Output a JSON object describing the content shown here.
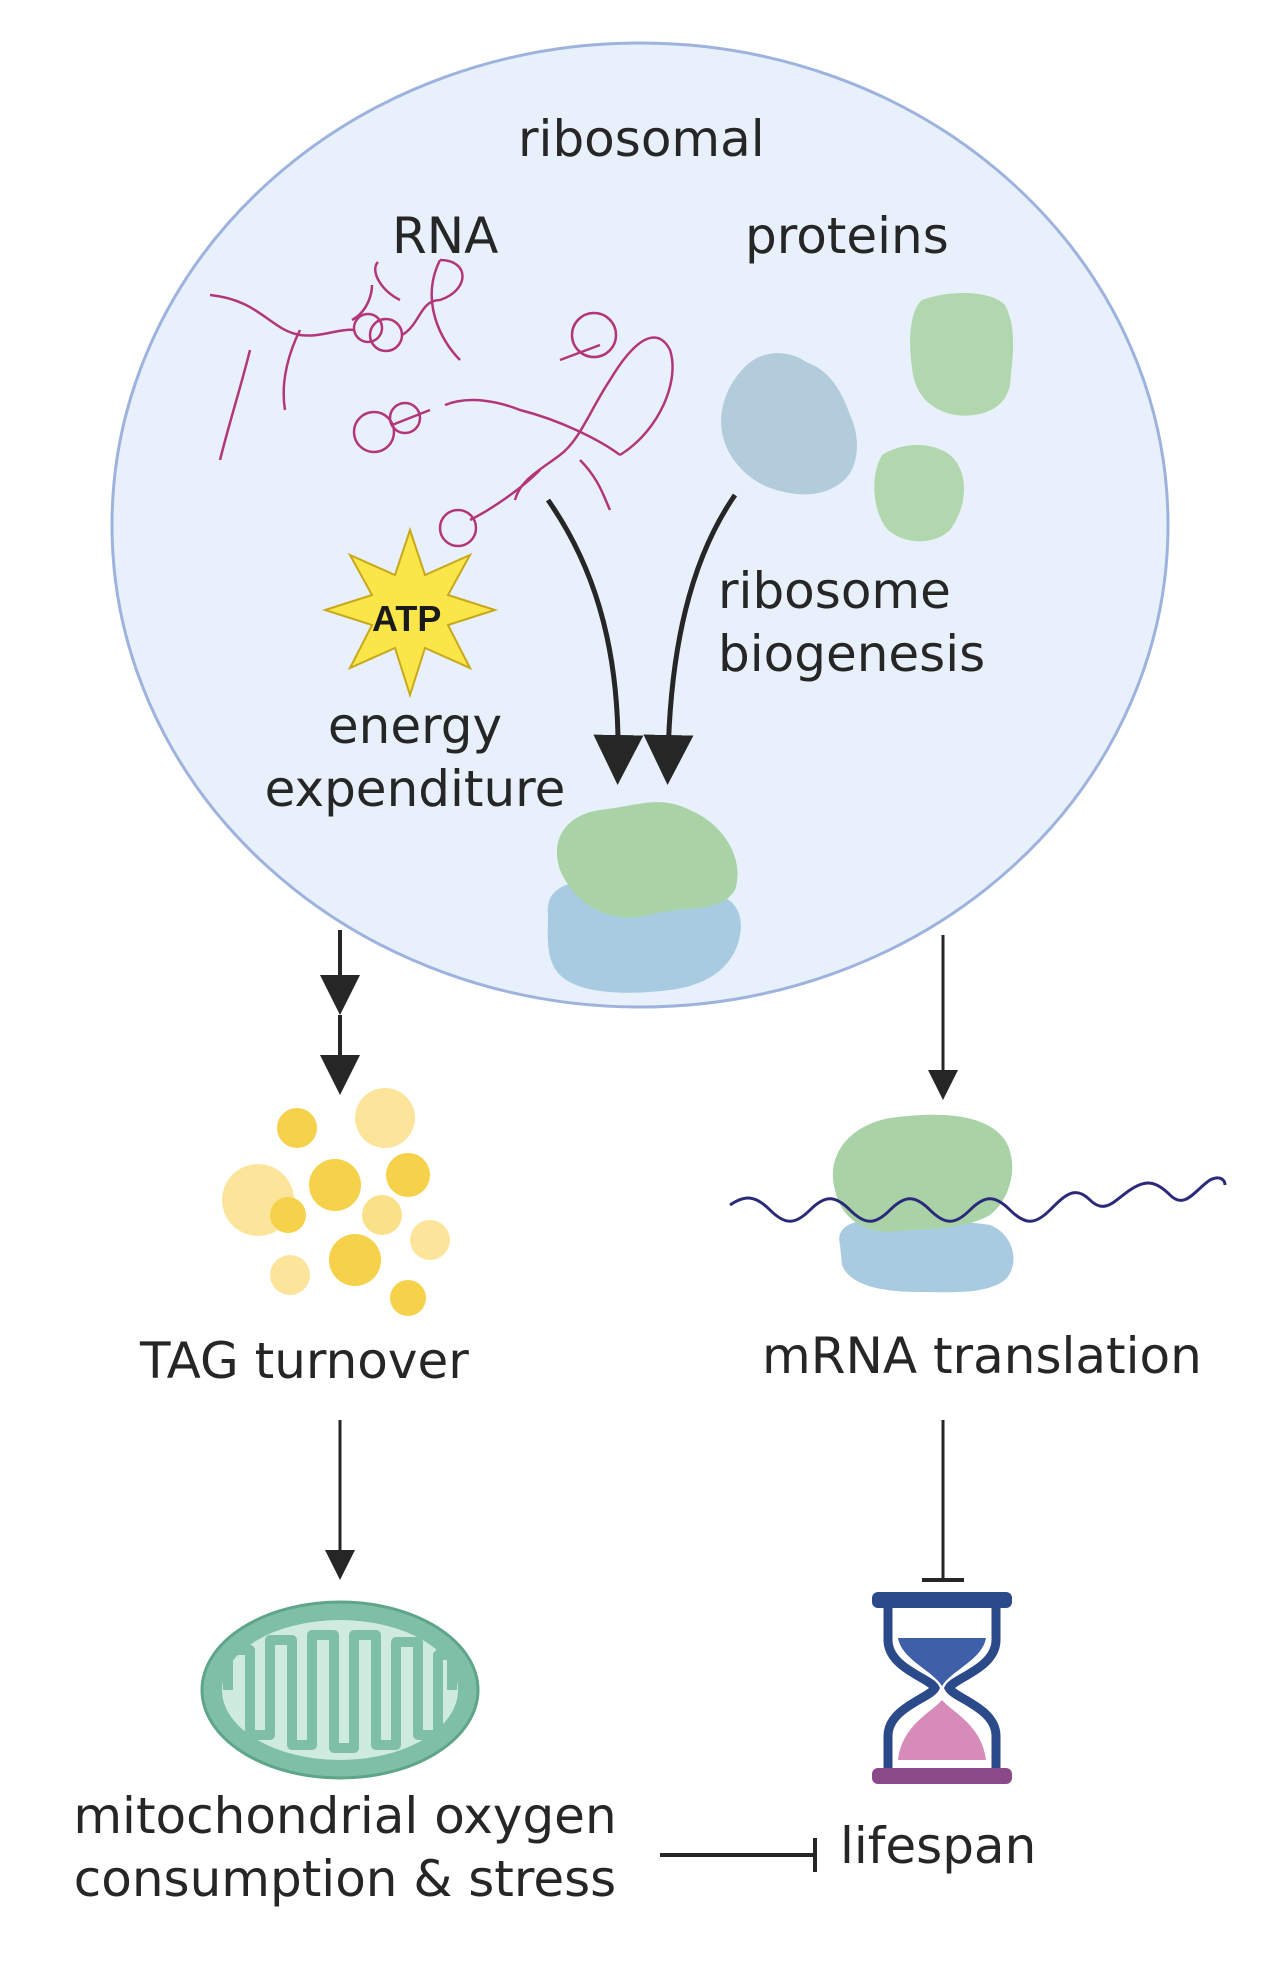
{
  "labels": {
    "ribosomal": "ribosomal",
    "rna": "RNA",
    "proteins": "proteins",
    "atp": "ATP",
    "energy_line1": "energy",
    "energy_line2": "expenditure",
    "ribo_bio_line1": "ribosome",
    "ribo_bio_line2": "biogenesis",
    "tag_turnover": "TAG turnover",
    "mrna_translation": "mRNA translation",
    "mito_line1": "mitochondrial oxygen",
    "mito_line2": "consumption & stress",
    "lifespan": "lifespan"
  },
  "colors": {
    "cell_fill": "#e8f1fb",
    "cell_stroke": "#9db3dd",
    "rna": "#b3357a",
    "protein_blue": "#b3ccdc",
    "protein_green": "#b2d6ad",
    "ribosome_green": "#a9d3a7",
    "ribosome_blue": "#a8cbe2",
    "lipid": "#f5d24a",
    "atp_star": "#fbe64a",
    "mito_outer": "#7fbfa6",
    "mito_inner": "#cfeadf",
    "hourglass_frame": "#2b4a8a",
    "hourglass_sand_top": "#3f5fa8",
    "hourglass_sand_bottom": "#d78bb8",
    "arrow": "#262626",
    "mrna": "#2b2a7a"
  },
  "icons": [
    "rna-molecule-icon",
    "protein-icon",
    "atp-star-icon",
    "ribosome-icon",
    "lipid-droplets-icon",
    "mitochondrion-icon",
    "hourglass-icon"
  ]
}
